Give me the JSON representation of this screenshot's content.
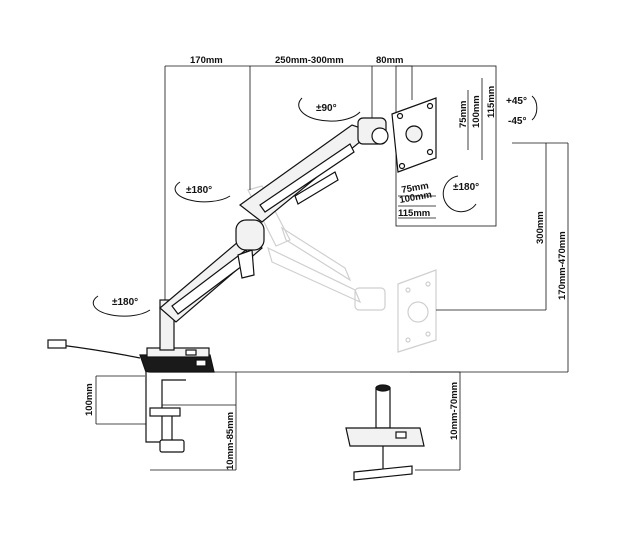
{
  "dimensions": {
    "arm_lower": "170mm",
    "arm_upper": "250mm-300mm",
    "tilt_head": "80mm",
    "vesa_75": "75mm",
    "vesa_100": "100mm",
    "vesa_115": "115mm",
    "height_adjust": "300mm",
    "height_range": "170mm-470mm",
    "base_height": "100mm",
    "clamp_range": "10mm-85mm",
    "grommet_range": "10mm-70mm"
  },
  "rotations": {
    "tilt_up": "+45°",
    "tilt_down": "-45°",
    "swivel": "±90°",
    "screen_rotate": "±180°",
    "elbow_upper": "±180°",
    "elbow_lower": "±180°"
  },
  "colors": {
    "line": "#111111",
    "ghost": "#c8c8c8",
    "arm_fill": "#f2f2f2",
    "base_fill": "#1a1a1a"
  }
}
